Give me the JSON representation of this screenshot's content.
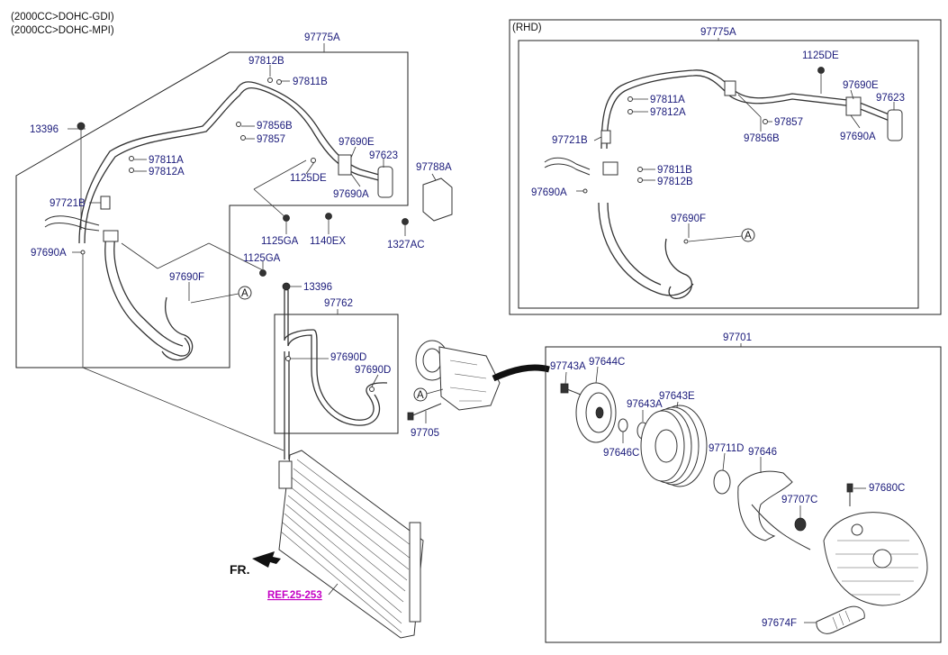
{
  "header": {
    "engine_line_1": "(2000CC>DOHC-GDI)",
    "engine_line_2": "(2000CC>DOHC-MPI)",
    "rhd": "(RHD)"
  },
  "labels": {
    "a97775a": "97775A",
    "a97812b": "97812B",
    "a97811b": "97811B",
    "a13396": "13396",
    "a97856b": "97856B",
    "a97857": "97857",
    "a97690e": "97690E",
    "a97623": "97623",
    "a97811a": "97811A",
    "a97812a": "97812A",
    "a1125de": "1125DE",
    "a97690a_upper": "97690A",
    "a97721b": "97721B",
    "a97788a": "97788A",
    "a1125ga_1": "1125GA",
    "a1140ex": "1140EX",
    "a1327ac": "1327AC",
    "a97690a_left": "97690A",
    "a1125ga_2": "1125GA",
    "a97690f": "97690F",
    "a_circle": "A",
    "b13396": "13396",
    "b97762": "97762",
    "b97690d_1": "97690D",
    "b97690d_2": "97690D",
    "b_circle": "A",
    "b97705": "97705",
    "r97775a": "97775A",
    "r1125de": "1125DE",
    "r97690e": "97690E",
    "r97623": "97623",
    "r97811a": "97811A",
    "r97812a": "97812A",
    "r97857": "97857",
    "r97721b": "97721B",
    "r97856b": "97856B",
    "r97690a_right": "97690A",
    "r97811b": "97811B",
    "r97812b": "97812B",
    "r97690a_left": "97690A",
    "r97690f": "97690F",
    "r_circle": "A",
    "c97701": "97701",
    "c97743a": "97743A",
    "c97644c": "97644C",
    "c97643e": "97643E",
    "c97643a": "97643A",
    "c97646c": "97646C",
    "c97711d": "97711D",
    "c97646": "97646",
    "c97707c": "97707C",
    "c97680c": "97680C",
    "c97674f": "97674F",
    "fr": "FR.",
    "ref": "REF.25-253"
  }
}
